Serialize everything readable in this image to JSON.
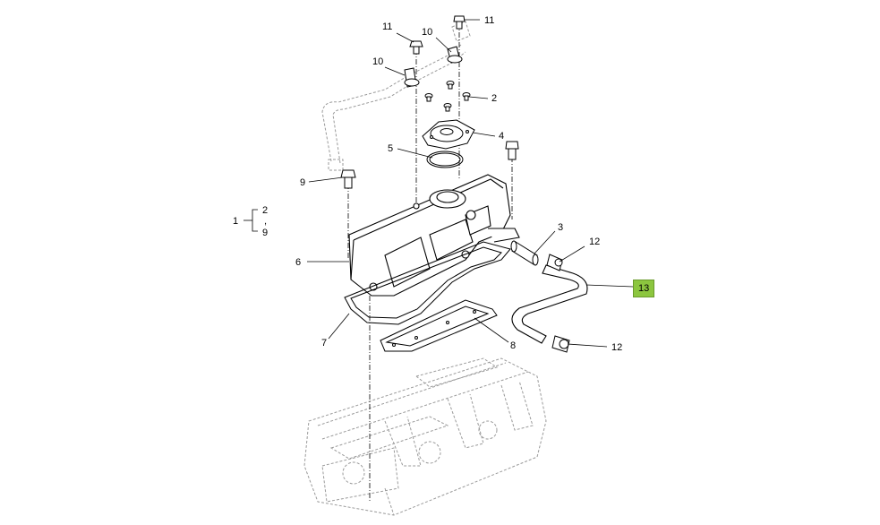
{
  "diagram": {
    "callouts": {
      "c1": "1",
      "c2_top": "2",
      "c2": "2",
      "c3": "3",
      "c4": "4",
      "c5": "5",
      "c6": "6",
      "c7": "7",
      "c8": "8",
      "c9_left": "9",
      "c9_range": "9",
      "c10_a": "10",
      "c10_b": "10",
      "c11_a": "11",
      "c11_b": "11",
      "c12_a": "12",
      "c12_b": "12",
      "c13": "13",
      "range_sep": ","
    },
    "colors": {
      "highlight": "#8cc63f",
      "line": "#000000",
      "ghost": "#9a9a9a"
    }
  }
}
